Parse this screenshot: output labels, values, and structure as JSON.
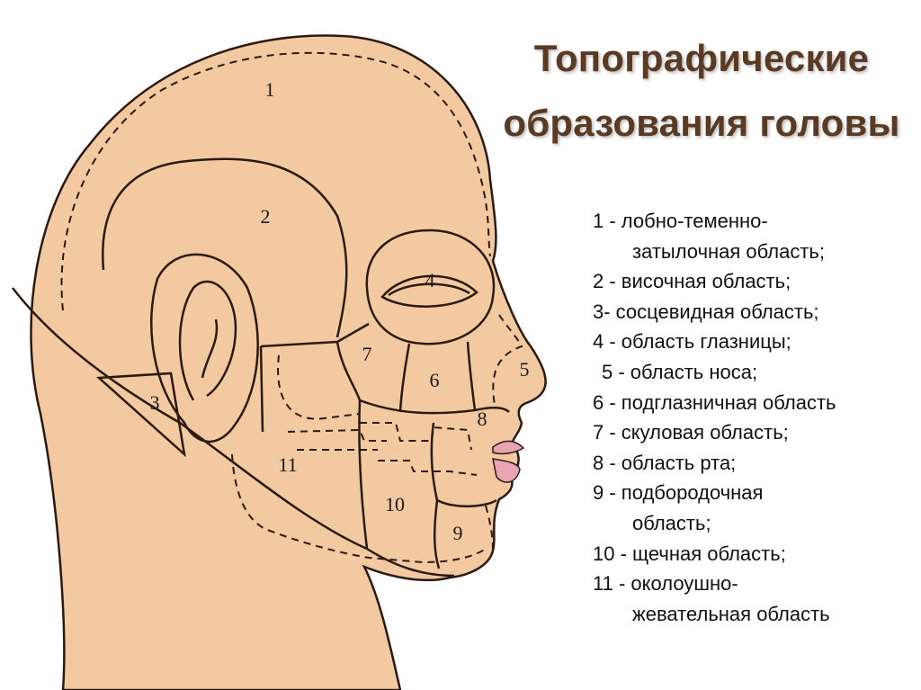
{
  "title": {
    "line1": "Топографические",
    "line2": "образования головы"
  },
  "regions": [
    {
      "number": "1"
    },
    {
      "number": "2"
    },
    {
      "number": "3"
    },
    {
      "number": "4"
    },
    {
      "number": "5"
    },
    {
      "number": "6"
    },
    {
      "number": "7"
    },
    {
      "number": "8"
    },
    {
      "number": "9"
    },
    {
      "number": "10"
    },
    {
      "number": "11"
    }
  ],
  "legend": [
    {
      "text": "1 - лобно-теменно-"
    },
    {
      "text": "затылочная область;"
    },
    {
      "text": "2 - височная область;"
    },
    {
      "text": "3- сосцевидная область;"
    },
    {
      "text": "4 - область глазницы;"
    },
    {
      "text": "5 - область носа;"
    },
    {
      "text": "6 - подглазничная область"
    },
    {
      "text": "7 - скуловая область;"
    },
    {
      "text": "8 - область рта;"
    },
    {
      "text": "9 - подбородочная"
    },
    {
      "text": "область;"
    },
    {
      "text": "10 - щечная область;"
    },
    {
      "text": "11 - околоушно-"
    },
    {
      "text": "жевательная область"
    }
  ],
  "colors": {
    "skin": "#f2c9a0",
    "outline": "#2b1a10",
    "lips": "#e9a4b4",
    "title": "#5a3a22"
  }
}
